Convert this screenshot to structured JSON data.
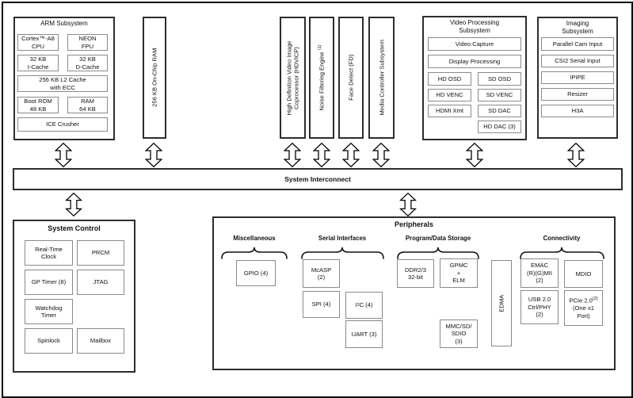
{
  "arm": {
    "title": "ARM Subsystem",
    "cortex": "Cortex™-A8\nCPU",
    "neon": "NEON\nFPU",
    "icache": "32 KB\nI-Cache",
    "dcache": "32 KB\nD-Cache",
    "l2cache": "256 KB L2 Cache\nwith ECC",
    "bootrom": "Boot ROM\n48 KB",
    "ram": "RAM\n64 KB",
    "ice": "ICE Crusher"
  },
  "ocmc": {
    "label": "256 KB On-Chip RAM"
  },
  "hdvicp": {
    "label": "High Definition Video Image\nCoprocessor (HDVICP)"
  },
  "noise_filter": {
    "label": "Noise Filtering Engine ",
    "sup": "(1)"
  },
  "face_detect": {
    "label": "Face Detect (FD)"
  },
  "media_controller": {
    "label": "Media Controller Subsystem"
  },
  "vpss": {
    "title": "Video Processing\nSubsystem",
    "video_capture": "Video Capture",
    "display_processing": "Display Processing",
    "hd_osd": "HD OSD",
    "sd_osd": "SD OSD",
    "hd_venc": "HD VENC",
    "sd_venc": "SD VENC",
    "hdmi_xmt": "HDMI Xmt",
    "sd_dac": "SD DAC",
    "hd_dac": "HD DAC (3)"
  },
  "imaging": {
    "title": "Imaging\nSubsystem",
    "parallel_cam": "Parallel Cam Input",
    "csi2": "CSI2 Serial Input",
    "ipipe": "IPIPE",
    "resizer": "Resizer",
    "h3a": "H3A"
  },
  "interconnect": {
    "label": "System Interconnect"
  },
  "system_control": {
    "title": "System Control",
    "rtc": "Real-Time\nClock",
    "prcm": "PRCM",
    "gp_timer": "GP Timer (8)",
    "jtag": "JTAG",
    "watchdog": "Watchdog\nTimer",
    "spinlock": "Spinlock",
    "mailbox": "Mailbox"
  },
  "peripherals": {
    "title": "Peripherals",
    "misc_header": "Miscellaneous",
    "gpio": "GPIO (4)",
    "serial_header": "Serial Interfaces",
    "mcasp": "McASP\n(2)",
    "spi": "SPI (4)",
    "i2c_pre": "I",
    "i2c_sup": "2",
    "i2c_post": "C (4)",
    "uart": "UART (3)",
    "storage_header": "Program/Data Storage",
    "ddr": "DDR2/3\n32-bit",
    "gpmc": "GPMC\n+\nELM",
    "mmc": "MMC/SD/\nSDIO\n(3)",
    "edma": "EDMA",
    "conn_header": "Connectivity",
    "emac": "EMAC\n(R)(G)MII\n(2)",
    "mdio": "MDIO",
    "usb": "USB 2.0\nCtrl/PHY\n(2)",
    "pcie_line1": "PCIe 2.0",
    "pcie_sup": "(2)",
    "pcie_rest": "(One x1\nPort)"
  }
}
